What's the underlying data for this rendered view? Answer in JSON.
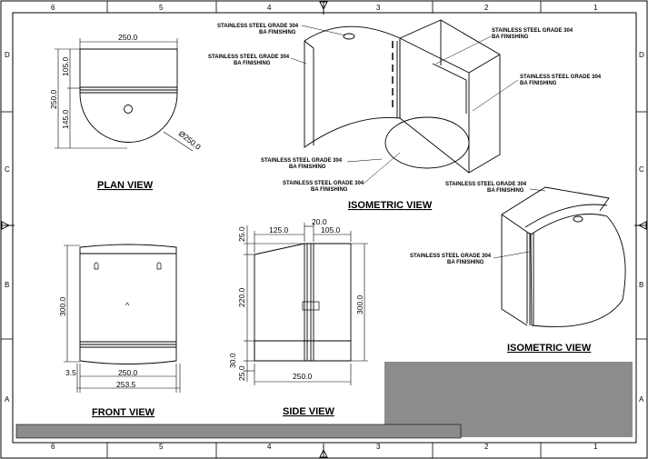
{
  "sheet": {
    "zones_top": [
      "6",
      "5",
      "4",
      "3",
      "2",
      "1"
    ],
    "zones_side": [
      "D",
      "C",
      "B",
      "A"
    ]
  },
  "views": {
    "plan": "PLAN VIEW",
    "front": "FRONT VIEW",
    "side": "SIDE VIEW",
    "iso1": "ISOMETRIC VIEW",
    "iso2": "ISOMETRIC VIEW"
  },
  "finish": {
    "line1": "STAINLESS STEEL GRADE 304",
    "line2": "BA FINISHING"
  },
  "dims": {
    "plan_width": "250.0",
    "plan_105": "105.0",
    "plan_250v": "250.0",
    "plan_145": "145.0",
    "plan_dia": "Ø250.0",
    "front_300": "300.0",
    "front_250": "250.0",
    "front_3_5": "3.5",
    "front_253_5": "253.5",
    "side_125": "125.0",
    "side_20": "20.0",
    "side_105": "105.0",
    "side_25a": "25.0",
    "side_220": "220.0",
    "side_30": "30.0",
    "side_25b": "25.0",
    "side_300": "300.0",
    "side_250": "250.0"
  }
}
